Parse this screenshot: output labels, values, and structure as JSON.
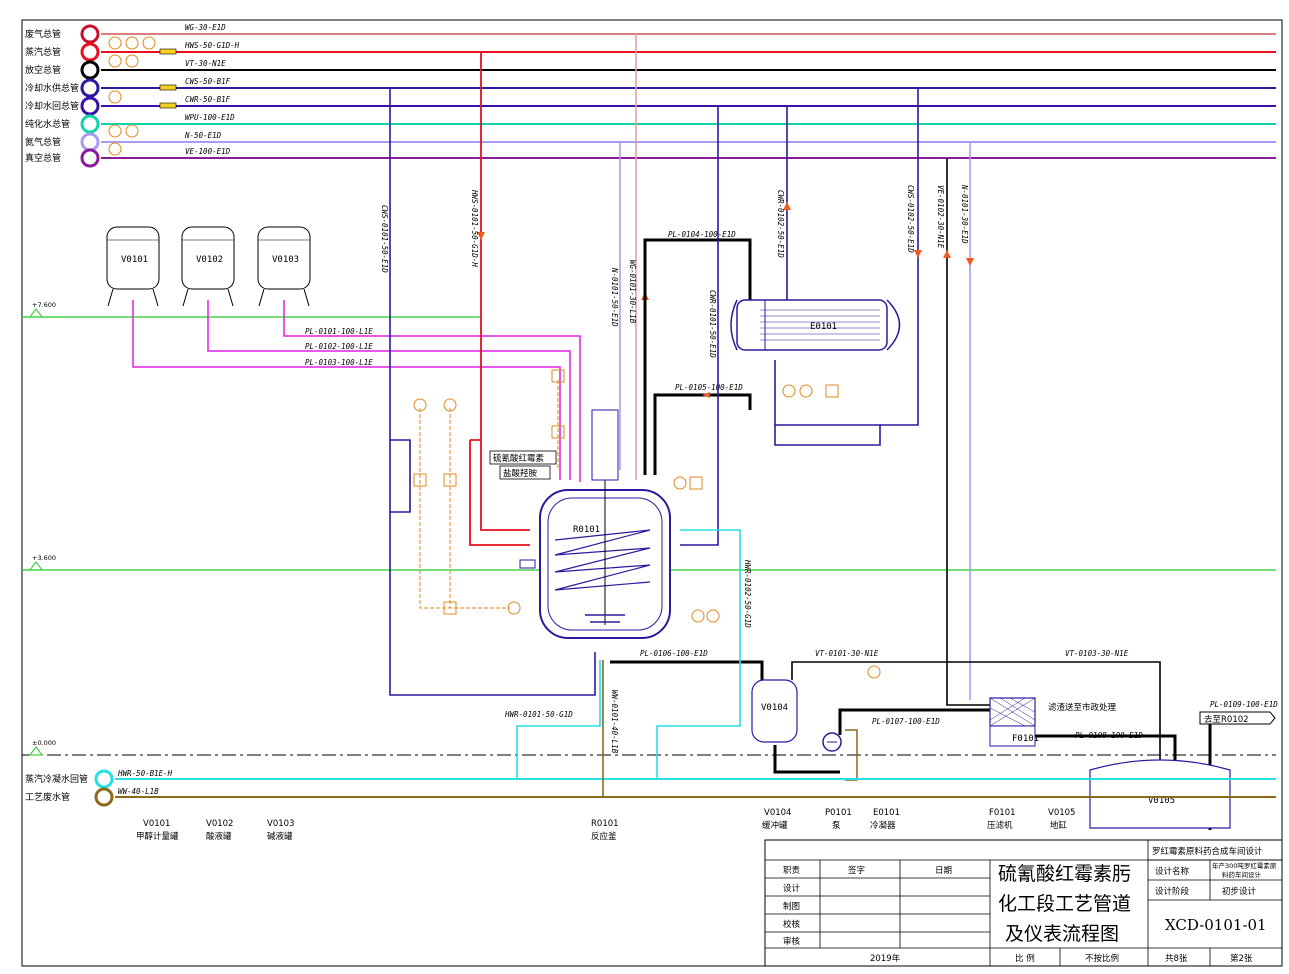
{
  "headers": [
    {
      "name": "废气总管",
      "line": "WG-30-E1D",
      "color": "#c8102e"
    },
    {
      "name": "蒸汽总管",
      "line": "HWS-50-G1D-H",
      "color": "#e8101e"
    },
    {
      "name": "放空总管",
      "line": "VT-30-N1E",
      "color": "#000000"
    },
    {
      "name": "冷却水供总管",
      "line": "CWS-50-B1F",
      "color": "#2a1aa0"
    },
    {
      "name": "冷却水回总管",
      "line": "CWR-50-B1F",
      "color": "#3a10a8"
    },
    {
      "name": "纯化水总管",
      "line": "WPU-100-E1D",
      "color": "#12d3a8"
    },
    {
      "name": "氮气总管",
      "line": "N-50-E1D",
      "color": "#a89cf2"
    },
    {
      "name": "真空总管",
      "line": "VE-100-E1D",
      "color": "#8a1a9a"
    }
  ],
  "bottom_headers": [
    {
      "name": "蒸汽冷凝水回管",
      "line": "HWR-50-B1E-H",
      "color": "#25e0e6"
    },
    {
      "name": "工艺废水管",
      "line": "WW-40-L1B",
      "color": "#8b6a1a"
    }
  ],
  "elevations": [
    "+7.600",
    "+3.600",
    "±0.000"
  ],
  "tanks": [
    "V0101",
    "V0102",
    "V0103"
  ],
  "equipment_tags": {
    "reactor": "R0101",
    "condenser": "E0101",
    "buffer": "V0104",
    "filter": "F0101",
    "sump": "V0105"
  },
  "reactor_feeds": [
    "硫氰酸红霉素",
    "盐酸羟胺"
  ],
  "line_labels": {
    "pl0101": "PL-0101-100-L1E",
    "pl0102": "PL-0102-100-L1E",
    "pl0103": "PL-0103-100-L1E",
    "cws0101": "CWS-0101-50-E1D",
    "hws0101": "HWS-0101-50-G1D-H",
    "n0101": "N-0101-50-E1D",
    "wg0101": "WG-0101-30-L1B",
    "pl0104": "PL-0104-100-E1D",
    "cwr0101": "CWR-0101-50-E1D",
    "cwr0102": "CWR-0102-50-E1D",
    "cws0102": "CWS-0102-50-E1D",
    "ve0102": "VE-0102-30-N1E",
    "n0101b": "N-0101-30-E1D",
    "pl0105": "PL-0105-100-E1D",
    "hwr0102": "HWR-0102-50-G1D",
    "pl0106": "PL-0106-100-E1D",
    "vt0101": "VT-0101-30-N1E",
    "vt0103": "VT-0103-30-N1E",
    "pl0107": "PL-0107-100-E1D",
    "pl0108": "PL-0108-100-E1D",
    "pl0109": "PL-0109-100-E1D",
    "hwr0101": "HWR-0101-50-G1D",
    "ww0101": "WW-0101-40-L1B"
  },
  "notes": {
    "filter_note": "滤渣送至市政处理",
    "to_r0102": "去至R0102"
  },
  "legend": [
    {
      "tag": "V0101",
      "name": "甲醇计量罐"
    },
    {
      "tag": "V0102",
      "name": "酸液罐"
    },
    {
      "tag": "V0103",
      "name": "碱液罐"
    },
    {
      "tag": "R0101",
      "name": "反应釜"
    },
    {
      "tag": "V0104",
      "name": "缓冲罐"
    },
    {
      "tag": "P0101",
      "name": "泵"
    },
    {
      "tag": "E0101",
      "name": "冷凝器"
    },
    {
      "tag": "F0101",
      "name": "压滤机"
    },
    {
      "tag": "V0105",
      "name": "地缸"
    }
  ],
  "title_block": {
    "company": "罗红霉素原料药合成车间设计",
    "roles": [
      "职责",
      "设计",
      "制图",
      "校核",
      "审核"
    ],
    "sign": "签字",
    "date": "日期",
    "year": "2019年",
    "title_lines": [
      "硫氰酸红霉素肟",
      "化工段工艺管道",
      "及仪表流程图"
    ],
    "design_name_label": "设计名称",
    "design_name_l1": "年产300吨罗红霉素原",
    "design_name_l2": "料药车间设计",
    "stage_label": "设计阶段",
    "stage": "初步设计",
    "drawing_no": "XCD-0101-01",
    "scale_label": "比  例",
    "scale": "不按比例",
    "total": "共8张",
    "sheet": "第2张"
  }
}
